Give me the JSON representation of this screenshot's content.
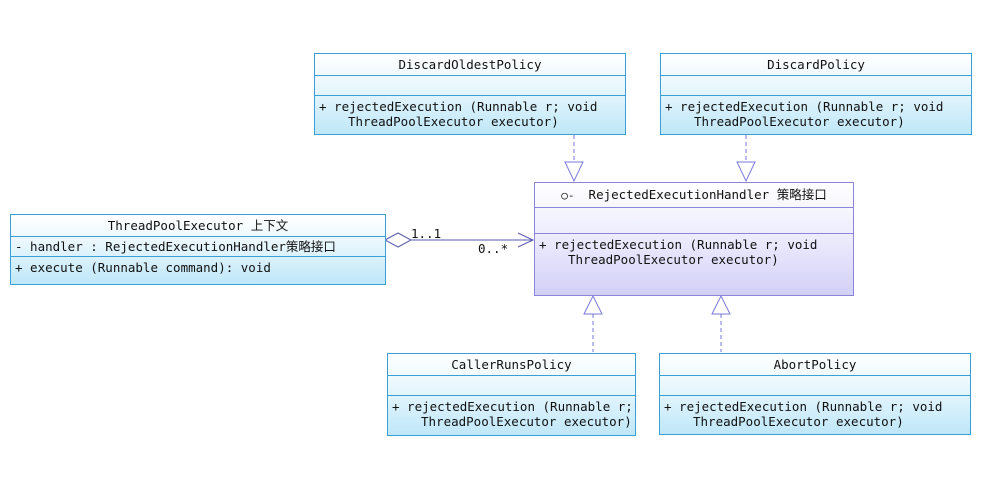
{
  "classes": {
    "discard_oldest": {
      "name": "DiscardOldestPolicy",
      "op_line1": "+ rejectedExecution (Runnable r; void",
      "op_line2": "ThreadPoolExecutor executor)"
    },
    "discard": {
      "name": "DiscardPolicy",
      "op_line1": "+ rejectedExecution (Runnable r; void",
      "op_line2": "ThreadPoolExecutor executor)"
    },
    "handler_iface": {
      "symbol": "○-",
      "name": "RejectedExecutionHandler 策略接口",
      "op_line1": "+ rejectedExecution (Runnable r; void",
      "op_line2": "ThreadPoolExecutor executor)"
    },
    "executor": {
      "name": "ThreadPoolExecutor 上下文",
      "attr": "- handler : RejectedExecutionHandler策略接口",
      "op_line1": "+ execute (Runnable command): void"
    },
    "caller_runs": {
      "name": "CallerRunsPolicy",
      "op_line1": "+ rejectedExecution (Runnable r; void",
      "op_line2": "ThreadPoolExecutor executor)"
    },
    "abort": {
      "name": "AbortPolicy",
      "op_line1": "+ rejectedExecution (Runnable r; void",
      "op_line2": "ThreadPoolExecutor executor)"
    }
  },
  "association": {
    "source_multiplicity": "1..1",
    "target_multiplicity": "0..*"
  },
  "colors": {
    "class_border": "#3a9fd4",
    "interface_border": "#8a85d8",
    "connector": "#7a7ad8"
  }
}
